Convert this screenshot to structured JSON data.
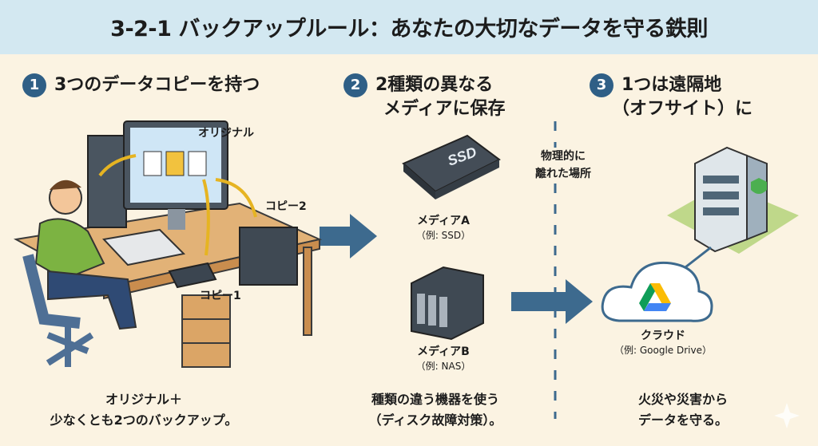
{
  "title": "3-2-1 バックアップルール：あなたの大切なデータを守る鉄則",
  "steps": [
    {
      "number": "1",
      "heading": "3つのデータコピーを持つ",
      "caption_line1": "オリジナル＋",
      "caption_line2": "少なくとも2つのバックアップ。"
    },
    {
      "number": "2",
      "heading_line1": "2種類の異なる",
      "heading_line2": "メディアに保存",
      "caption_line1": "種類の違う機器を使う",
      "caption_line2": "（ディスク故障対策）。"
    },
    {
      "number": "3",
      "heading_line1": "1つは遠隔地",
      "heading_line2": "（オフサイト）に",
      "caption_line1": "火災や災害から",
      "caption_line2": "データを守る。"
    }
  ],
  "labels": {
    "original": "オリジナル",
    "copy2": "コピー2",
    "copy1": "コピー1",
    "ssd_text": "SSD",
    "media_a": "メディアA",
    "media_a_example": "（例: SSD）",
    "media_b": "メディアB",
    "media_b_example": "（例: NAS）",
    "separation_line1": "物理的に",
    "separation_line2": "離れた場所",
    "cloud": "クラウド",
    "cloud_example": "（例: Google Drive）"
  },
  "colors": {
    "header": "#d3e8f1",
    "background": "#fbf3e2",
    "accent": "#2f5f86",
    "arrow": "#3d6a8e"
  }
}
